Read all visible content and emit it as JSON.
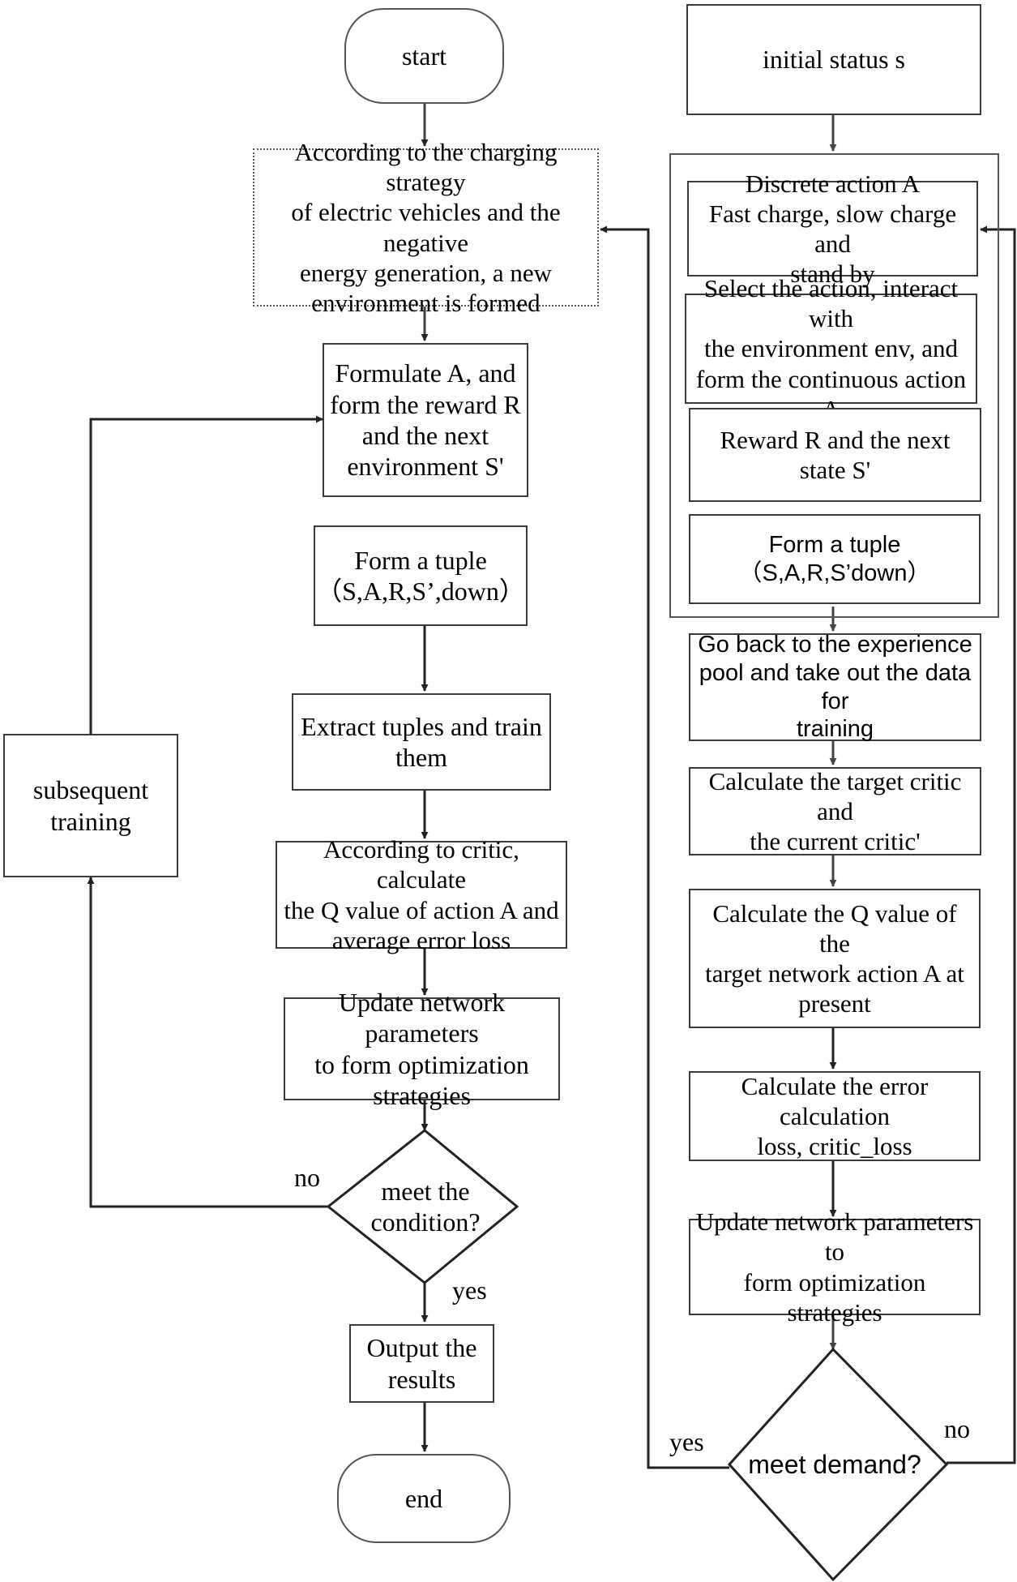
{
  "left": {
    "start": "start",
    "env_box": "According to the charging strategy\nof electric vehicles and the negative\nenergy generation, a new\nenvironment is formed",
    "formulate_box": "Formulate A, and\nform the reward R\nand the next\nenvironment S'",
    "tuple_box": "Form a tuple\n（S,A,R,S’,down）",
    "extract_box": "Extract tuples and train\nthem",
    "critic_box": "According to critic, calculate\nthe Q value of action A and\naverage error loss",
    "update_box": "Update network parameters\nto form optimization\nstrategies",
    "decision": "meet the\ncondition?",
    "no_label": "no",
    "yes_label": "yes",
    "subsequent_box": "subsequent\ntraining",
    "output_box": "Output the\nresults",
    "end": "end"
  },
  "right": {
    "initial_box": "initial status s",
    "discrete_box": "Discrete action A\nFast charge, slow charge and\nstand by",
    "select_box": "Select the action, interact with\nthe environment env, and\nform the continuous action A",
    "reward_box": "Reward R and the next state S'",
    "form_tuple_box": "Form a tuple\n（S,A,R,S’down）",
    "pool_box": "Go back to the experience\npool and take out the data for\ntraining",
    "target_critic_box": "Calculate the target critic and\nthe current critic'",
    "q_value_box": "Calculate the Q value of the\ntarget network action A at\npresent",
    "error_box": "Calculate the error calculation\nloss, critic_loss",
    "update_box": "Update network parameters to\nform optimization strategies",
    "decision": "meet demand?",
    "yes_label": "yes",
    "no_label": "no"
  }
}
